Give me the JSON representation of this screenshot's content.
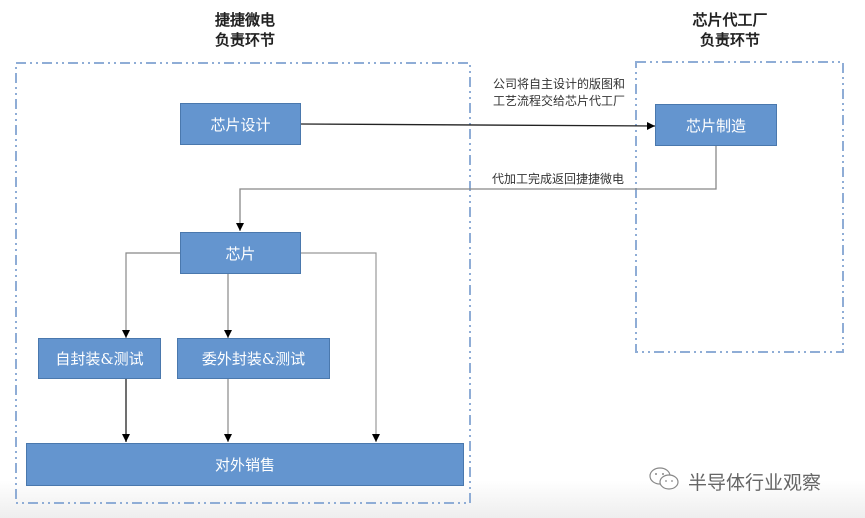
{
  "headings": {
    "left": [
      "捷捷微电",
      "负责环节"
    ],
    "right": [
      "芯片代工厂",
      "负责环节"
    ]
  },
  "boxes": {
    "chip_design": "芯片设计",
    "chip_manufacture": "芯片制造",
    "chip": "芯片",
    "self_packaging": "自封装&测试",
    "outsourced_packaging": "委外封装&测试",
    "external_sales": "对外销售"
  },
  "edge_labels": {
    "design_to_fab": "公司将自主设计的版图和工艺流程交给芯片代工厂",
    "fab_to_company": "代加工完成返回捷捷微电"
  },
  "watermark": {
    "icon": "wechat-icon",
    "text": "半导体行业观察"
  },
  "colors": {
    "box_fill": "#6495cf",
    "dashed_border": "#8fadd6"
  }
}
